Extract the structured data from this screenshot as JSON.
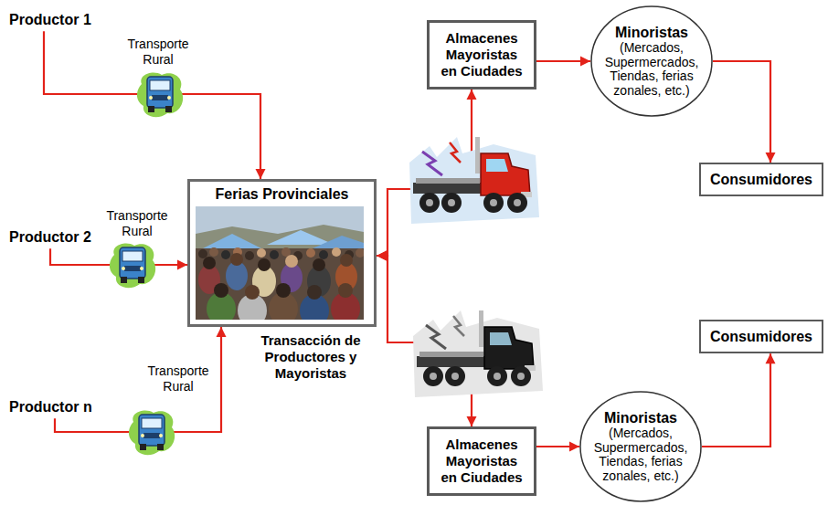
{
  "diagram": {
    "nodes": [
      {
        "text": [
          "Productor 1"
        ]
      },
      {
        "text": [
          "Productor 2"
        ]
      },
      {
        "text": [
          "Productor n"
        ]
      },
      {
        "text": [
          "Ferias Provinciales"
        ]
      },
      {
        "text": [
          "Almacenes Mayoristas en Ciudades"
        ]
      },
      {
        "text": [
          "Minoristas",
          "(Mercados, Supermercados, Tiendas, ferias zonales, etc.)"
        ]
      },
      {
        "text": [
          "Consumidores"
        ]
      },
      {
        "text": [
          "Almacenes Mayoristas en Ciudades"
        ]
      },
      {
        "text": [
          "Minoristas",
          "(Mercados, Supermercados, Tiendas, ferias zonales, etc.)"
        ]
      },
      {
        "text": [
          "Consumidores"
        ]
      }
    ],
    "edges": [
      {
        "from": 0,
        "to": 3,
        "arrow": "to",
        "label": "Transporte Rural"
      },
      {
        "from": 1,
        "to": 3,
        "arrow": "to",
        "label": "Transporte Rural"
      },
      {
        "from": 2,
        "to": 3,
        "arrow": "to",
        "label": "Transporte Rural"
      },
      {
        "from": 3,
        "to": 4,
        "arrow": "both"
      },
      {
        "from": 3,
        "to": 7,
        "arrow": "both"
      },
      {
        "from": 4,
        "to": 5,
        "arrow": "to"
      },
      {
        "from": 5,
        "to": 6,
        "arrow": "to"
      },
      {
        "from": 7,
        "to": 8,
        "arrow": "to"
      },
      {
        "from": 8,
        "to": 9,
        "arrow": "to"
      }
    ],
    "labels": [
      "Transacción de Productores y Mayoristas"
    ]
  }
}
